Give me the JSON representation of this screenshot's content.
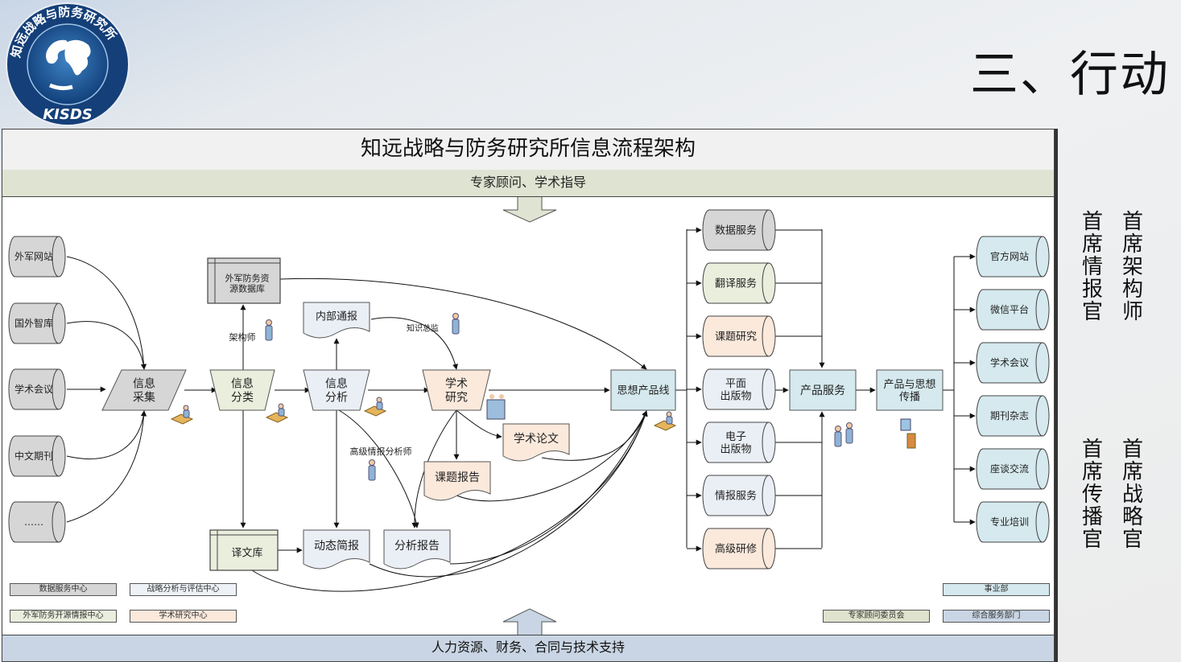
{
  "slide": {
    "title": "三、行动",
    "logo": {
      "arc_text": "知远战略与防务研究所",
      "abbr": "KISDS",
      "icon": "globe-icon"
    }
  },
  "diagram": {
    "title": "知远战略与防务研究所信息流程架构",
    "top_band": "专家顾问、学术指导",
    "bottom_band": "人力资源、财务、合同与技术支持",
    "colors": {
      "data_service": "#d6d6d6",
      "osint": "#e9eedd",
      "analysis": "#eaeff5",
      "academic": "#fbe9dc",
      "business": "#d5e9ee",
      "expert": "#dfe2cc",
      "general": "#c9d5e4"
    },
    "sources": [
      "外军网站",
      "国外智库",
      "学术会议",
      "中文期刊",
      "……"
    ],
    "process": {
      "collect": "信息\n采集",
      "classify": "信息\n分类",
      "analyze": "信息\n分析",
      "research": "学术\n研究"
    },
    "database": "外军防务资\n源数据库",
    "internal_report": "内部通报",
    "translation_lib": "译文库",
    "dynamic_brief": "动态简报",
    "analysis_report": "分析报告",
    "project_report": "课题报告",
    "academic_paper": "学术论文",
    "roles": {
      "architect": "架构师",
      "knowledge_director": "知识总监",
      "senior_analyst": "高级情报分析师"
    },
    "product_line": "思想产品线",
    "services": [
      "数据服务",
      "翻译服务",
      "课题研究",
      "平面\n出版物",
      "电子\n出版物",
      "情报服务",
      "高级研修"
    ],
    "product_service": "产品服务",
    "dissemination": "产品与思想\n传播",
    "channels": [
      "官方网站",
      "微信平台",
      "学术会议",
      "期刊杂志",
      "座谈交流",
      "专业培训"
    ],
    "legend": {
      "data_service_center": "数据服务中心",
      "strategy_center": "战略分析与评估中心",
      "osint_center": "外军防务开源情报中心",
      "academic_center": "学术研究中心",
      "business_dept": "事业部",
      "expert_committee": "专家顾问委员会",
      "general_service_dept": "综合服务部门"
    }
  },
  "officers": [
    {
      "title": "首席情报官"
    },
    {
      "title": "首席架构师"
    },
    {
      "title": "首席传播官"
    },
    {
      "title": "首席战略官"
    }
  ]
}
